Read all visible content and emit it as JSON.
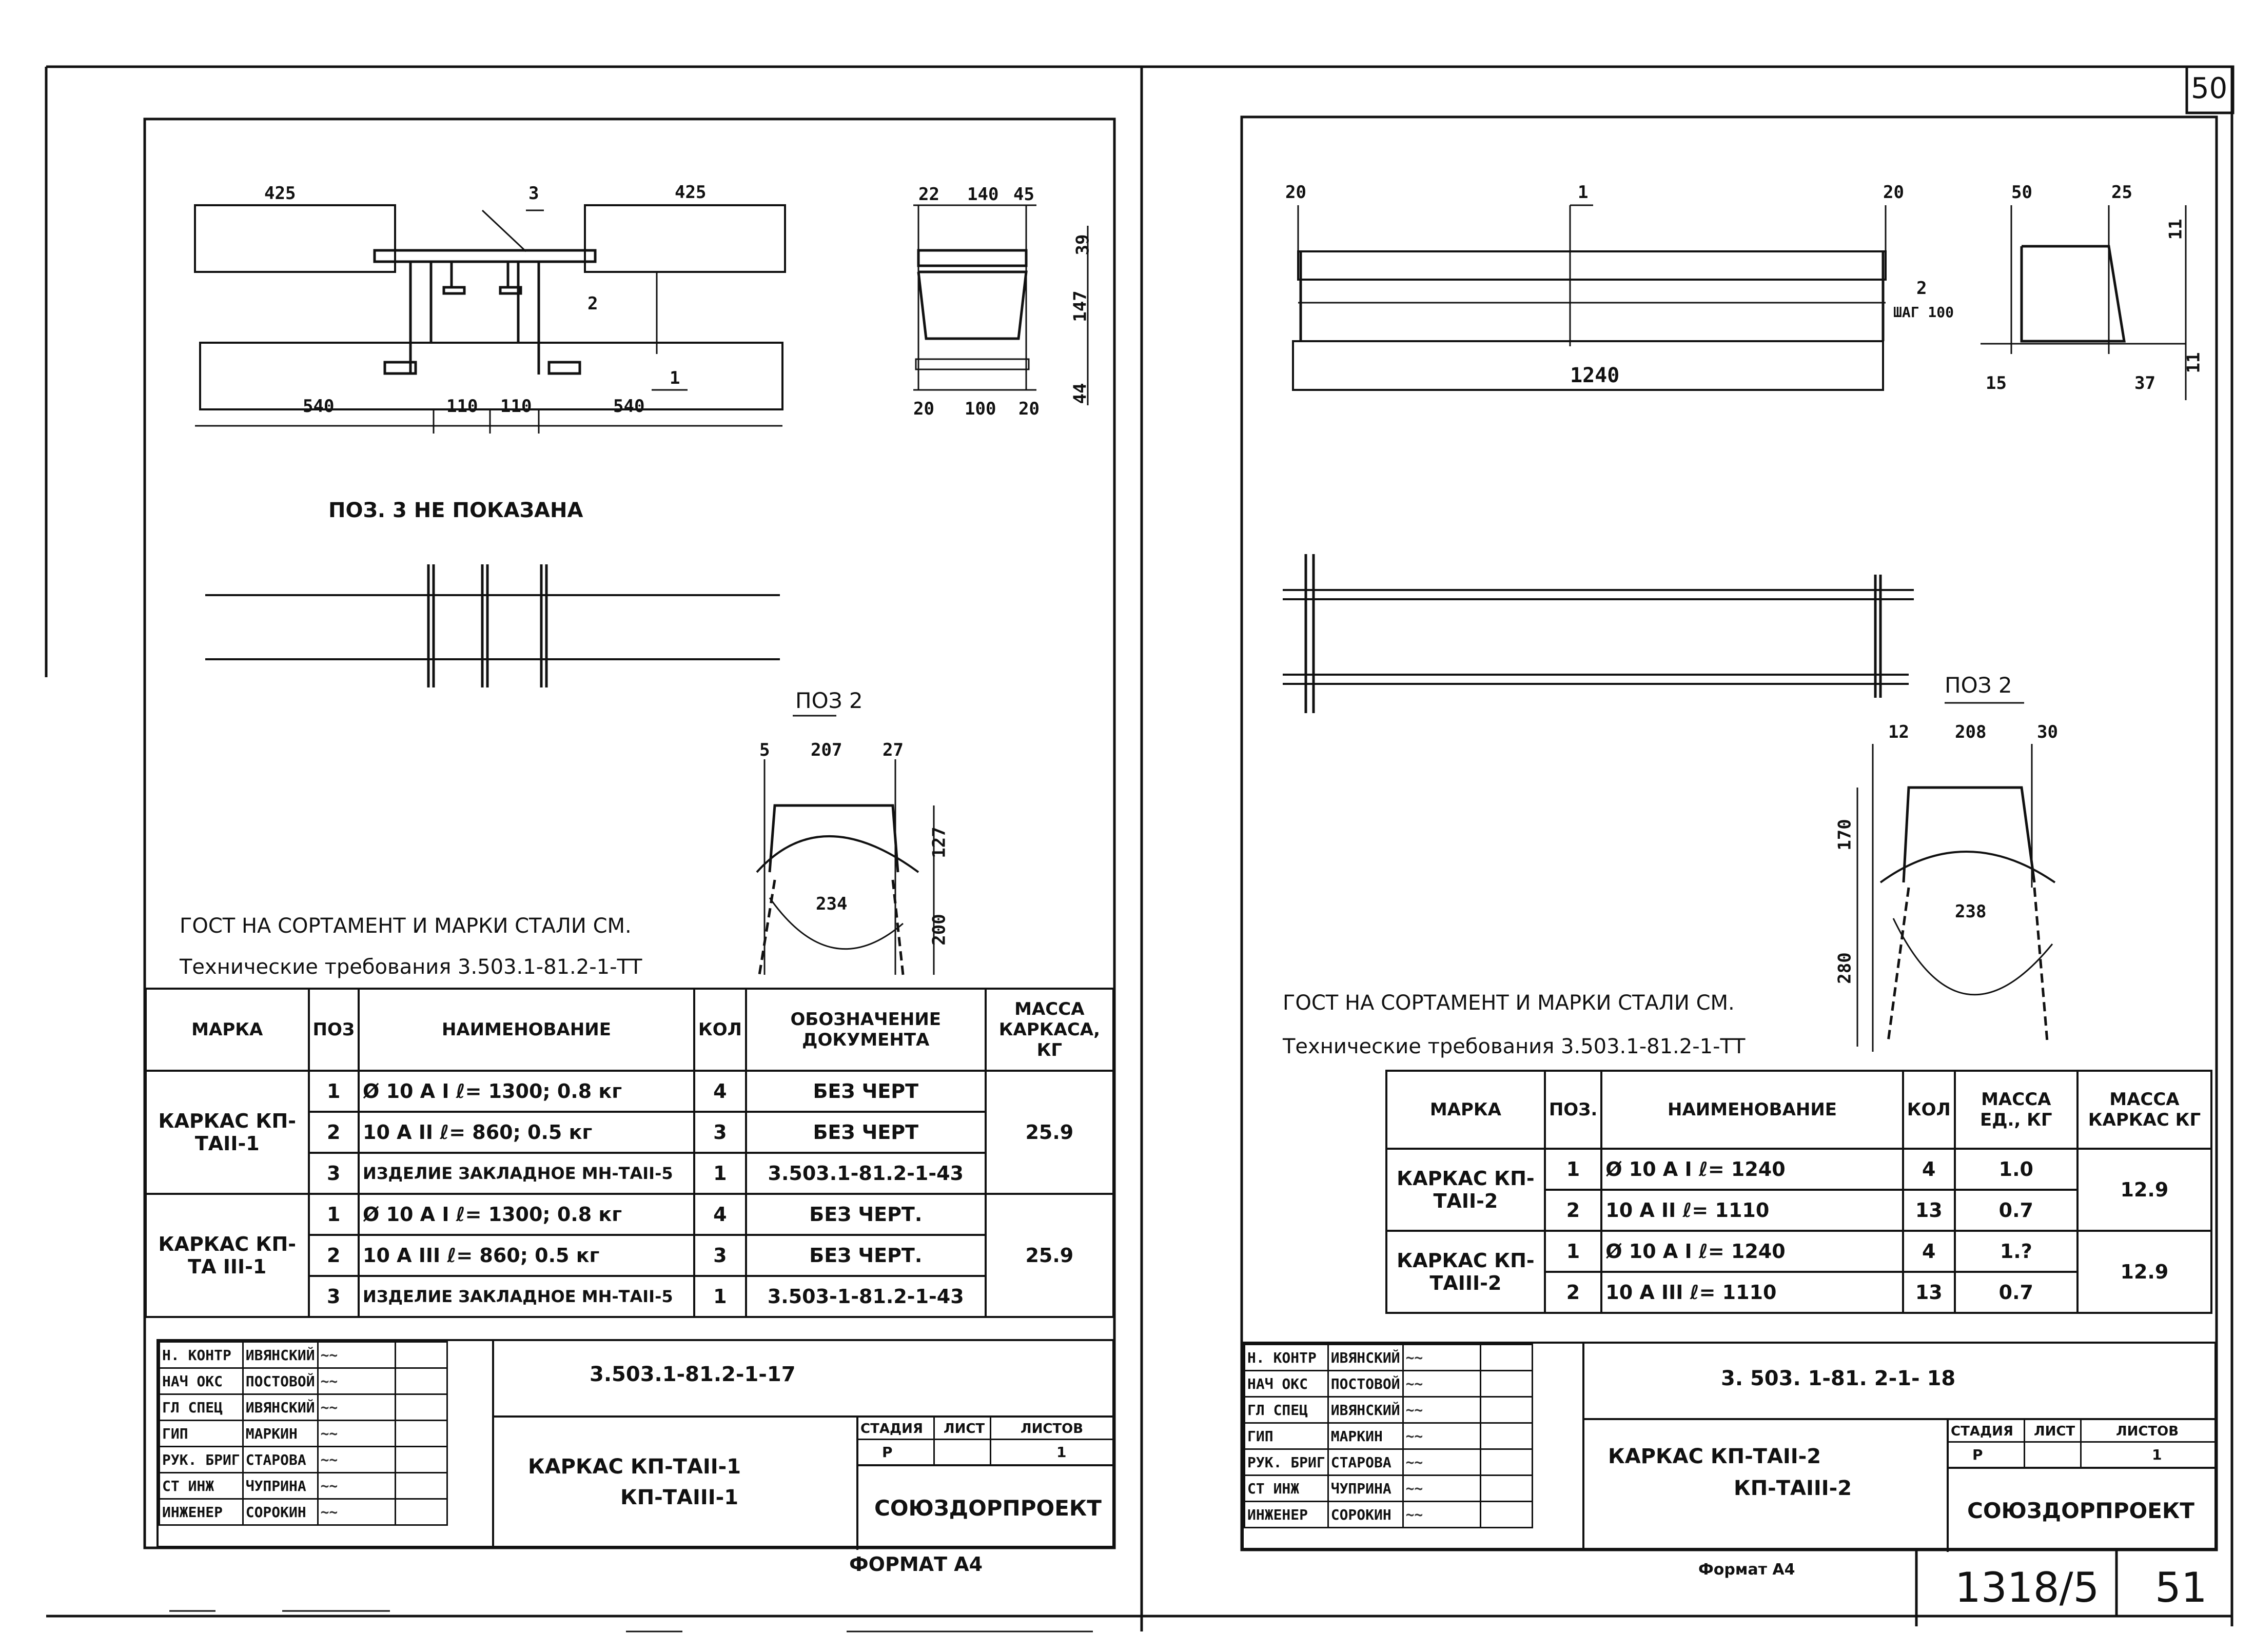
{
  "page_corner_number": "50",
  "archive_code": "1318/5",
  "sheet_number": "51",
  "left": {
    "dims_top": {
      "d425a": "425",
      "d425b": "425",
      "pos3": "3",
      "pos2": "2",
      "pos1": "1",
      "d540a": "540",
      "d110a": "110",
      "d110b": "110",
      "d540b": "540"
    },
    "dims_section": {
      "d22": "22",
      "d140": "140",
      "d45": "45",
      "d39": "39",
      "d147": "147",
      "d44": "44",
      "d20a": "20",
      "d100": "100",
      "d20b": "20"
    },
    "note_pos3": "ПОЗ. 3  НЕ ПОКАЗАНА",
    "pos2_title": "ПОЗ 2",
    "pos2_dims": {
      "d5": "5",
      "d207": "207",
      "d27": "27",
      "d127": "127",
      "d200": "200",
      "d234": "234"
    },
    "gost_line": "ГОСТ  НА СОРТАМЕНТ И МАРКИ СТАЛИ СМ.",
    "tech_line": "Технические требования  3.503.1-81.2-1-ТТ",
    "table": {
      "headers": [
        "МАРКА",
        "ПОЗ",
        "НАИМЕНОВАНИЕ",
        "КОЛ",
        "ОБОЗНАЧЕНИЕ ДОКУМЕНТА",
        "МАССА КАРКАСА, КГ"
      ],
      "groups": [
        {
          "mark": "КАРКАС КП-ТАII-1",
          "mass": "25.9",
          "rows": [
            [
              "1",
              "Ø 10 А I  ℓ= 1300;  0.8 кг",
              "4",
              "БЕЗ  ЧЕРТ"
            ],
            [
              "2",
              "10 А II  ℓ= 860;  0.5 кг",
              "3",
              "БЕЗ  ЧЕРТ"
            ],
            [
              "3",
              "ИЗДЕЛИЕ ЗАКЛАДНОЕ МН-ТАII-5",
              "1",
              "3.503.1-81.2-1-43"
            ]
          ]
        },
        {
          "mark": "КАРКАС КП-ТА III-1",
          "mass": "25.9",
          "rows": [
            [
              "1",
              "Ø 10 А I  ℓ= 1300;  0.8 кг",
              "4",
              "БЕЗ  ЧЕРТ."
            ],
            [
              "2",
              "10 А III  ℓ= 860;  0.5 кг",
              "3",
              "БЕЗ  ЧЕРТ."
            ],
            [
              "3",
              "ИЗДЕЛИЕ ЗАКЛАДНОЕ МН-ТАII-5",
              "1",
              "3.503-1-81.2-1-43"
            ]
          ]
        }
      ]
    },
    "stamp": {
      "roles": [
        "Н. КОНТР",
        "НАЧ ОКС",
        "ГЛ СПЕЦ",
        "ГИП",
        "РУК. БРИГ",
        "СТ ИНЖ",
        "ИНЖЕНЕР"
      ],
      "names": [
        "ИВЯНСКИЙ",
        "ПОСТОВОЙ",
        "ИВЯНСКИЙ",
        "МАРКИН",
        "СТАРОВА",
        "ЧУПРИНА",
        "СОРОКИН"
      ],
      "code": "3.503.1-81.2-1-17",
      "title_l1": "КАРКАС   КП-ТАII-1",
      "title_l2": "КП-ТАIII-1",
      "stage_label": "СТАДИЯ",
      "sheet_label": "ЛИСТ",
      "sheets_label": "ЛИСТОВ",
      "stage": "Р",
      "sheets": "1",
      "org": "СОЮЗДОРПРОЕКТ"
    },
    "format": "ФОРМАТ А4"
  },
  "right": {
    "dims_top": {
      "d20a": "20",
      "pos1": "1",
      "d20b": "20",
      "pos2": "2",
      "step": "ШАГ 100",
      "d1240": "1240"
    },
    "dims_section": {
      "d50": "50",
      "d25": "25",
      "d11a": "11",
      "d11b": "11",
      "d15": "15",
      "d37": "37"
    },
    "pos2_title": "ПОЗ 2",
    "pos2_dims": {
      "d12": "12",
      "d208": "208",
      "d30": "30",
      "d170": "170",
      "d280": "280",
      "d238": "238"
    },
    "gost_line": "ГОСТ НА СОРТАМЕНТ И МАРКИ СТАЛИ СМ.",
    "tech_line": "Технические  требования 3.503.1-81.2-1-ТТ",
    "table": {
      "headers": [
        "МАРКА",
        "ПОЗ.",
        "НАИМЕНОВАНИЕ",
        "КОЛ",
        "МАССА ЕД., КГ",
        "МАССА КАРКАС КГ"
      ],
      "groups": [
        {
          "mark": "КАРКАС КП-ТАII-2",
          "mass": "12.9",
          "rows": [
            [
              "1",
              "Ø  10 А I     ℓ= 1240",
              "4",
              "1.0"
            ],
            [
              "2",
              "10 А II     ℓ= 1110",
              "13",
              "0.7"
            ]
          ]
        },
        {
          "mark": "КАРКАС КП-ТАIII-2",
          "mass": "12.9",
          "rows": [
            [
              "1",
              "Ø  10 А I     ℓ= 1240",
              "4",
              "1.?"
            ],
            [
              "2",
              "10 А III    ℓ= 1110",
              "13",
              "0.7"
            ]
          ]
        }
      ]
    },
    "stamp": {
      "roles": [
        "Н. КОНТР",
        "НАЧ ОКС",
        "ГЛ СПЕЦ",
        "ГИП",
        "РУК. БРИГ",
        "СТ ИНЖ",
        "ИНЖЕНЕР"
      ],
      "names": [
        "ИВЯНСКИЙ",
        "ПОСТОВОЙ",
        "ИВЯНСКИЙ",
        "МАРКИН",
        "СТАРОВА",
        "ЧУПРИНА",
        "СОРОКИН"
      ],
      "code": "3. 503. 1-81. 2-1- 18",
      "title_l1": "КАРКАС   КП-ТАII-2",
      "title_l2": "КП-ТАIII-2",
      "stage_label": "СТАДИЯ",
      "sheet_label": "ЛИСТ",
      "sheets_label": "ЛИСТОВ",
      "stage": "Р",
      "sheets": "1",
      "org": "СОЮЗДОРПРОЕКТ"
    },
    "format": "Формат А4"
  }
}
